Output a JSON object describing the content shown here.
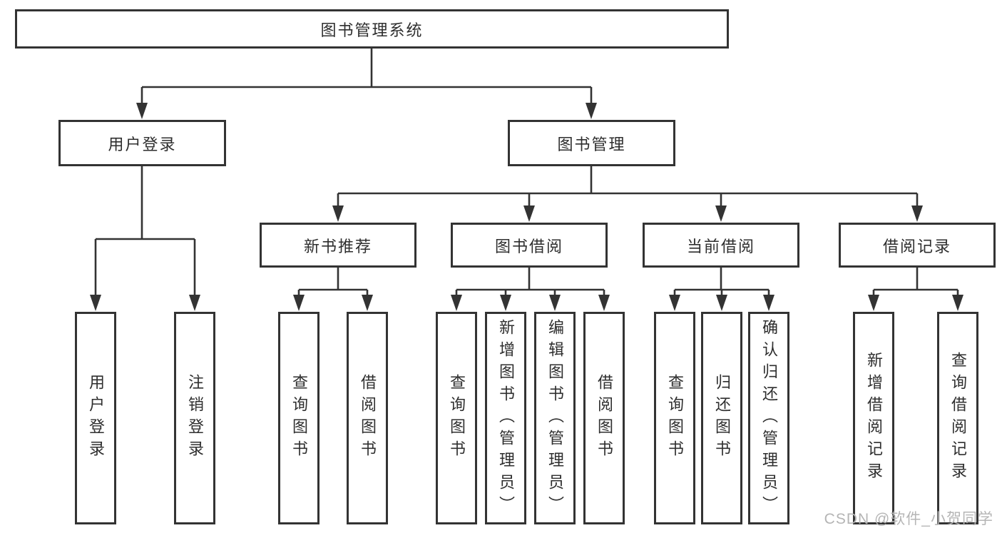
{
  "diagram": {
    "root": "图书管理系统",
    "branches": [
      {
        "label": "用户登录",
        "leaves": [
          "用户登录",
          "注销登录"
        ]
      },
      {
        "label": "图书管理",
        "groups": [
          {
            "label": "新书推荐",
            "leaves": [
              "查询图书",
              "借阅图书"
            ]
          },
          {
            "label": "图书借阅",
            "leaves": [
              "查询图书",
              "新增图书（管理员）",
              "编辑图书（管理员）",
              "借阅图书"
            ]
          },
          {
            "label": "当前借阅",
            "leaves": [
              "查询图书",
              "归还图书",
              "确认归还（管理员）"
            ]
          },
          {
            "label": "借阅记录",
            "leaves": [
              "新增借阅记录",
              "查询借阅记录"
            ]
          }
        ]
      }
    ]
  },
  "watermark": "CSDN @软件_小贺同学",
  "colors": {
    "line": "#333333",
    "text": "#2e2e2e",
    "watermark": "#b5b5b5",
    "background": "#ffffff"
  }
}
